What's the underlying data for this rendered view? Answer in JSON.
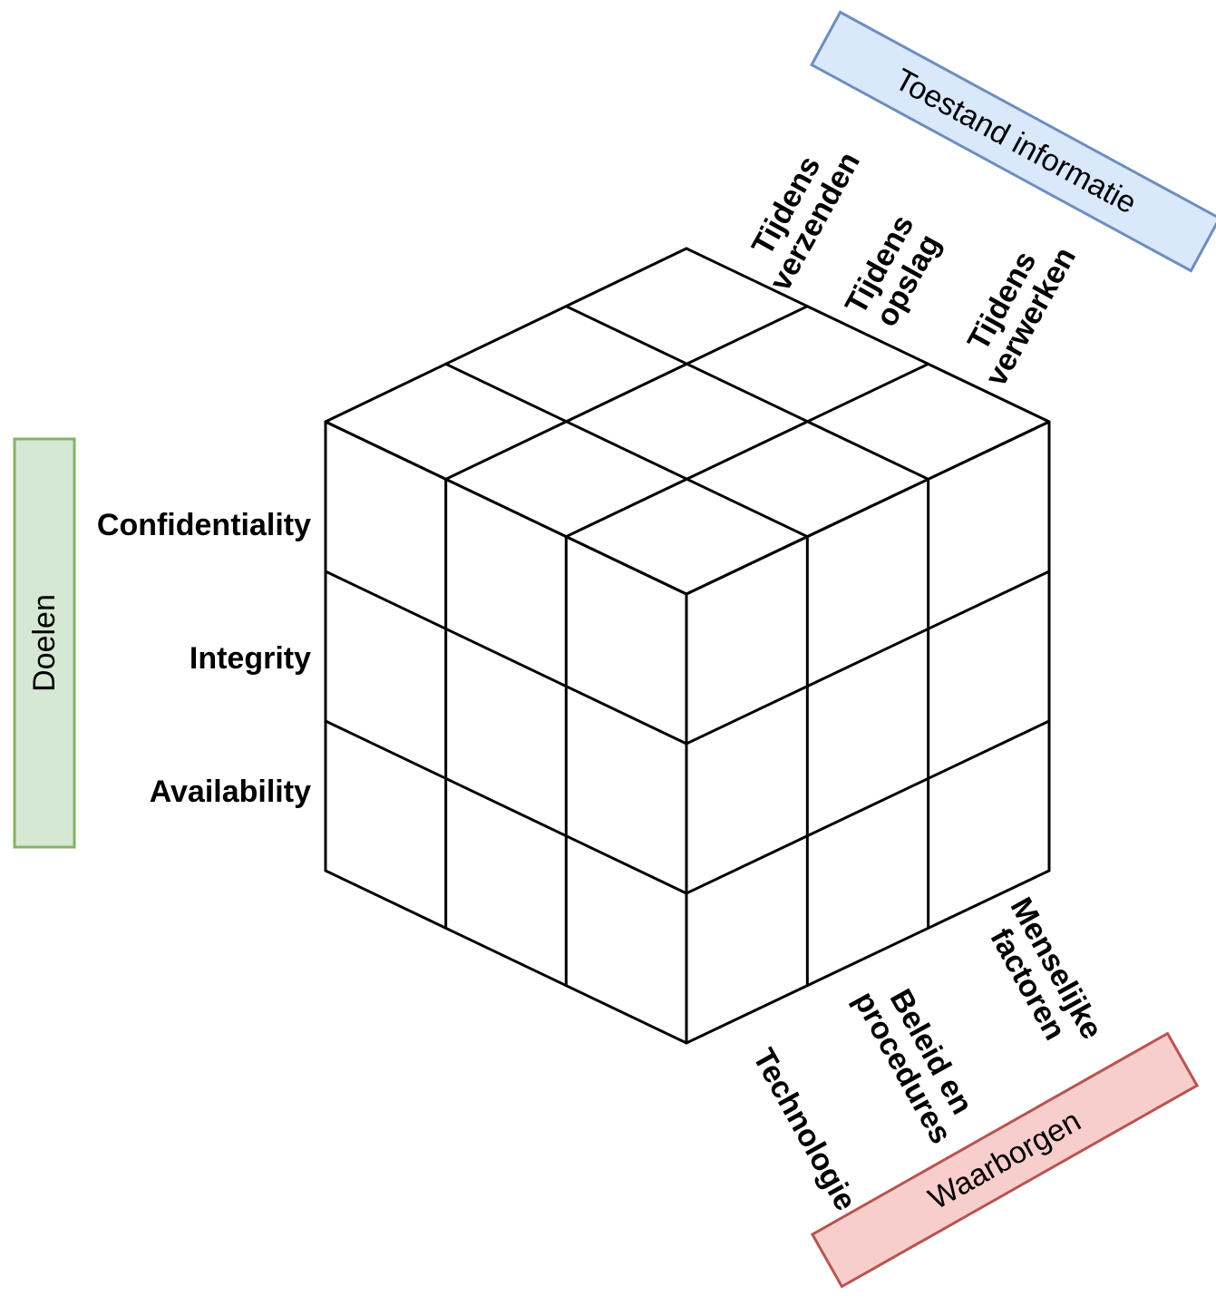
{
  "diagram": {
    "title": "Informatiebeveiligingskubus",
    "goals_axis": {
      "title": "Doelen",
      "fill": "#d5e8d4",
      "stroke": "#82b366",
      "items": [
        "Confidentiality",
        "Integrity",
        "Availability"
      ]
    },
    "states_axis": {
      "title": "Toestand informatie",
      "fill": "#dae8fc",
      "stroke": "#6c8ebf",
      "items": [
        {
          "line1": "Tijdens",
          "line2": "verzenden"
        },
        {
          "line1": "Tijdens",
          "line2": "opslag"
        },
        {
          "line1": "Tijdens",
          "line2": "verwerken"
        }
      ]
    },
    "safeguards_axis": {
      "title": "Waarborgen",
      "fill": "#f8cecc",
      "stroke": "#b85450",
      "items": [
        {
          "line1": "Technologie",
          "line2": ""
        },
        {
          "line1": "Beleid en",
          "line2": "procedures"
        },
        {
          "line1": "Menselijke",
          "line2": "factoren"
        }
      ]
    },
    "cube": {
      "divisions": 3,
      "line_color": "#000000"
    }
  }
}
